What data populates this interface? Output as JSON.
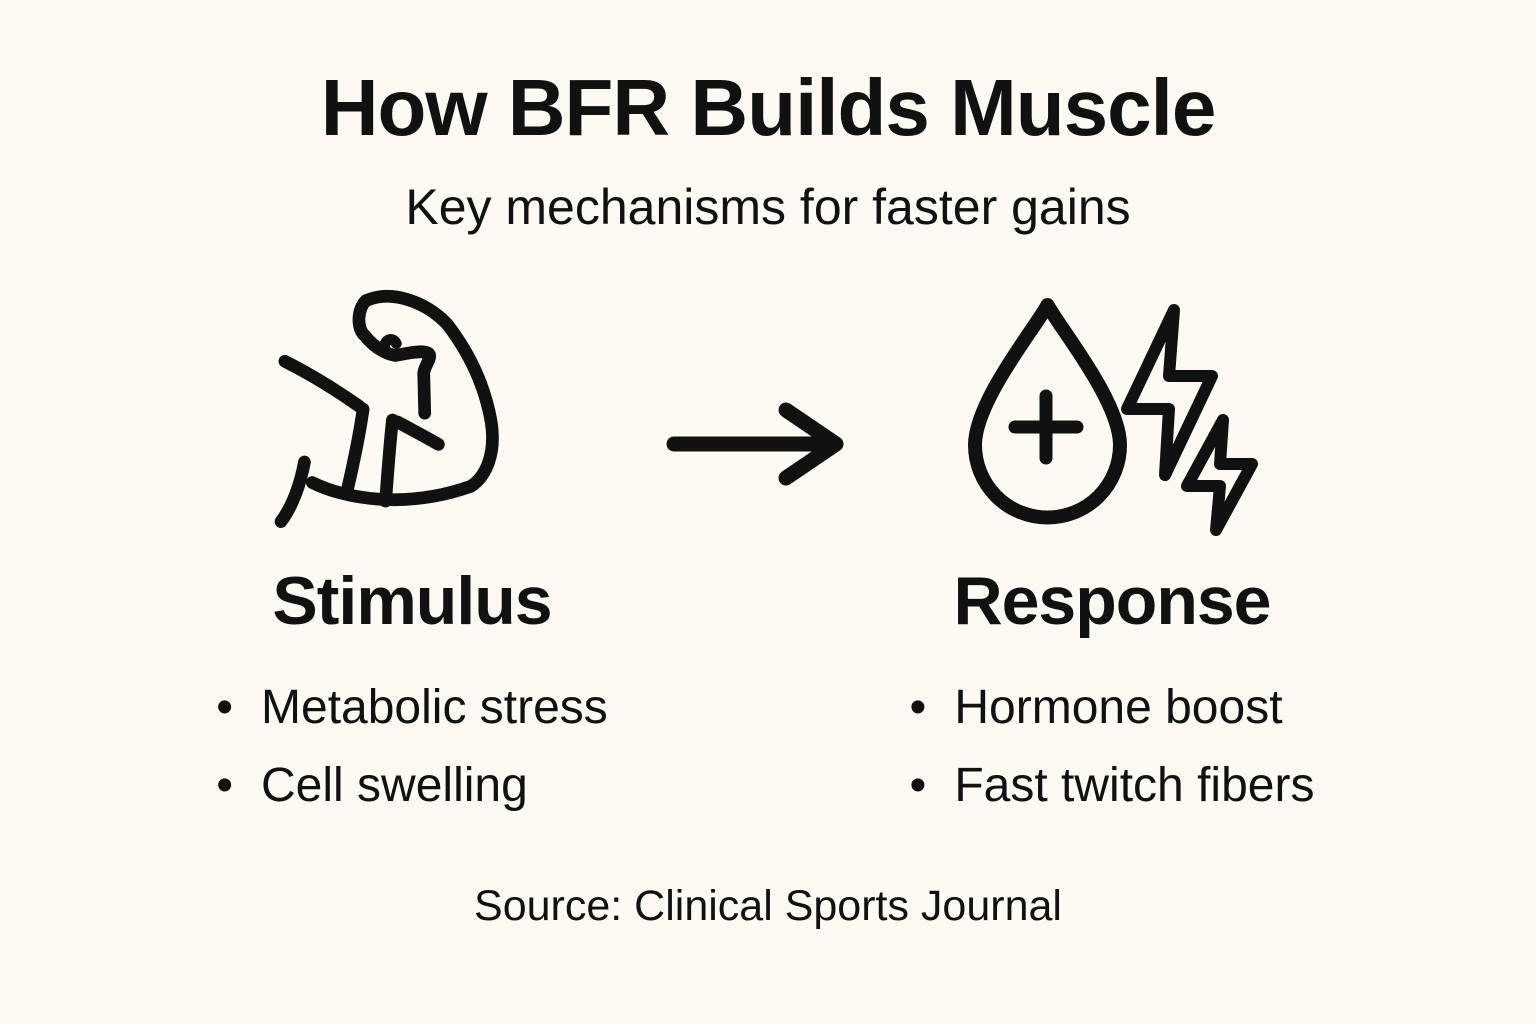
{
  "page": {
    "background_color": "#FCFAF2",
    "text_color": "#111111"
  },
  "header": {
    "title": "How BFR Builds Muscle",
    "subtitle": "Key mechanisms for faster gains"
  },
  "bullet_char": "•",
  "columns": [
    {
      "id": "stimulus",
      "icon": "flexed-arm-bfr-cuff-icon",
      "heading": "Stimulus",
      "bullets": [
        "Metabolic stress",
        "Cell swelling"
      ]
    },
    {
      "id": "response",
      "icon": "droplet-plus-lightning-icon",
      "heading": "Response",
      "bullets": [
        "Hormone boost",
        "Fast twitch fibers"
      ]
    }
  ],
  "arrow": {
    "icon": "right-arrow-icon"
  },
  "footer": {
    "source": "Source: Clinical Sports Journal"
  }
}
